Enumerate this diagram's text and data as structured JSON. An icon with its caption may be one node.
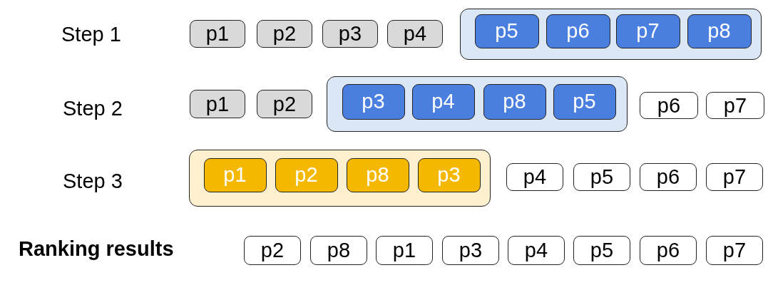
{
  "diagram": {
    "nodes": [
      {
        "text": [
          "p1"
        ]
      },
      {
        "text": [
          "p2"
        ]
      },
      {
        "text": [
          "p3"
        ]
      },
      {
        "text": [
          "p4"
        ]
      },
      {
        "text": [],
        "shape": "box"
      },
      {
        "text": [
          "p5"
        ],
        "in": 4
      },
      {
        "text": [
          "p6"
        ],
        "in": 4
      },
      {
        "text": [
          "p7"
        ],
        "in": 4
      },
      {
        "text": [
          "p8"
        ],
        "in": 4
      },
      {
        "text": [
          "p1"
        ]
      },
      {
        "text": [
          "p2"
        ]
      },
      {
        "text": [],
        "shape": "box"
      },
      {
        "text": [
          "p3"
        ],
        "in": 11
      },
      {
        "text": [
          "p4"
        ],
        "in": 11
      },
      {
        "text": [
          "p8"
        ],
        "in": 11
      },
      {
        "text": [
          "p5"
        ],
        "in": 11
      },
      {
        "text": [
          "p6"
        ]
      },
      {
        "text": [
          "p7"
        ]
      },
      {
        "text": [],
        "shape": "box"
      },
      {
        "text": [
          "p1"
        ],
        "in": 18
      },
      {
        "text": [
          "p2"
        ],
        "in": 18
      },
      {
        "text": [
          "p8"
        ],
        "in": 18
      },
      {
        "text": [
          "p3"
        ],
        "in": 18
      },
      {
        "text": [
          "p4"
        ]
      },
      {
        "text": [
          "p5"
        ]
      },
      {
        "text": [
          "p6"
        ]
      },
      {
        "text": [
          "p7"
        ]
      },
      {
        "text": [
          "p2"
        ]
      },
      {
        "text": [
          "p8"
        ]
      },
      {
        "text": [
          "p1"
        ]
      },
      {
        "text": [
          "p3"
        ]
      },
      {
        "text": [
          "p4"
        ]
      },
      {
        "text": [
          "p5"
        ]
      },
      {
        "text": [
          "p6"
        ]
      },
      {
        "text": [
          "p7"
        ]
      }
    ],
    "labels": [
      "Step 1",
      "Step 2",
      "Step 3",
      "Ranking results"
    ]
  }
}
